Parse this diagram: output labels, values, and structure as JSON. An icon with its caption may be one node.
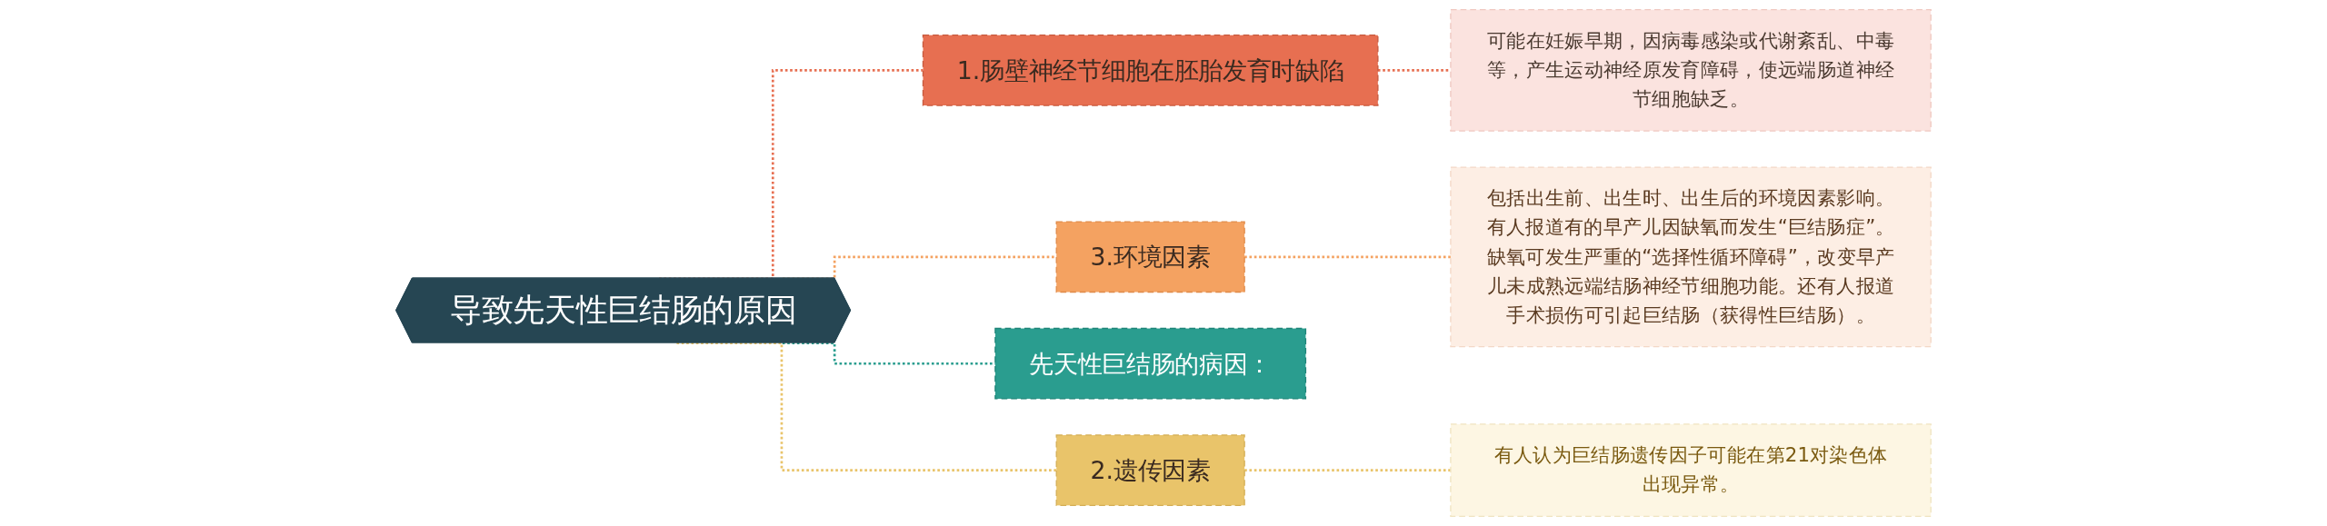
{
  "diagram": {
    "nodes": [
      {
        "text": [
          "导致先天性巨结肠的原因"
        ]
      },
      {
        "text": [
          "1.肠壁神经节细胞在胚胎发育时缺陷"
        ]
      },
      {
        "text": [
          "可能在妊娠早期，因病毒感染或代谢紊乱、中毒等，产生运动神经原发育障碍，使远端肠道神经节细胞缺乏。"
        ]
      },
      {
        "text": [
          "3.环境因素"
        ]
      },
      {
        "text": [
          "包括出生前、出生时、出生后的环境因素影响。有人报道有的早产儿因缺氧而发生“巨结肠症”。缺氧可发生严重的“选择性循环障碍”，改变早产儿未成熟远端结肠神经节细胞功能。还有人报道手术损伤可引起巨结肠（获得性巨结肠）。"
        ]
      },
      {
        "text": [
          "先天性巨结肠的病因："
        ]
      },
      {
        "text": [
          "2.遗传因素"
        ]
      },
      {
        "text": [
          "有人认为巨结肠遗传因子可能在第21对染色体出现异常。"
        ]
      }
    ],
    "edges": [
      {
        "from": 0,
        "to": 1,
        "arrow": "none",
        "style": "dashed",
        "color": "#e76f51"
      },
      {
        "from": 1,
        "to": 2,
        "arrow": "none",
        "style": "dashed",
        "color": "#e76f51"
      },
      {
        "from": 0,
        "to": 3,
        "arrow": "none",
        "style": "dashed",
        "color": "#f4a261"
      },
      {
        "from": 3,
        "to": 4,
        "arrow": "none",
        "style": "dashed",
        "color": "#f4a261"
      },
      {
        "from": 0,
        "to": 5,
        "arrow": "none",
        "style": "dashed",
        "color": "#2a9d8f"
      },
      {
        "from": 0,
        "to": 6,
        "arrow": "none",
        "style": "dashed",
        "color": "#e9c46a"
      },
      {
        "from": 6,
        "to": 7,
        "arrow": "none",
        "style": "dashed",
        "color": "#e9c46a"
      }
    ]
  }
}
